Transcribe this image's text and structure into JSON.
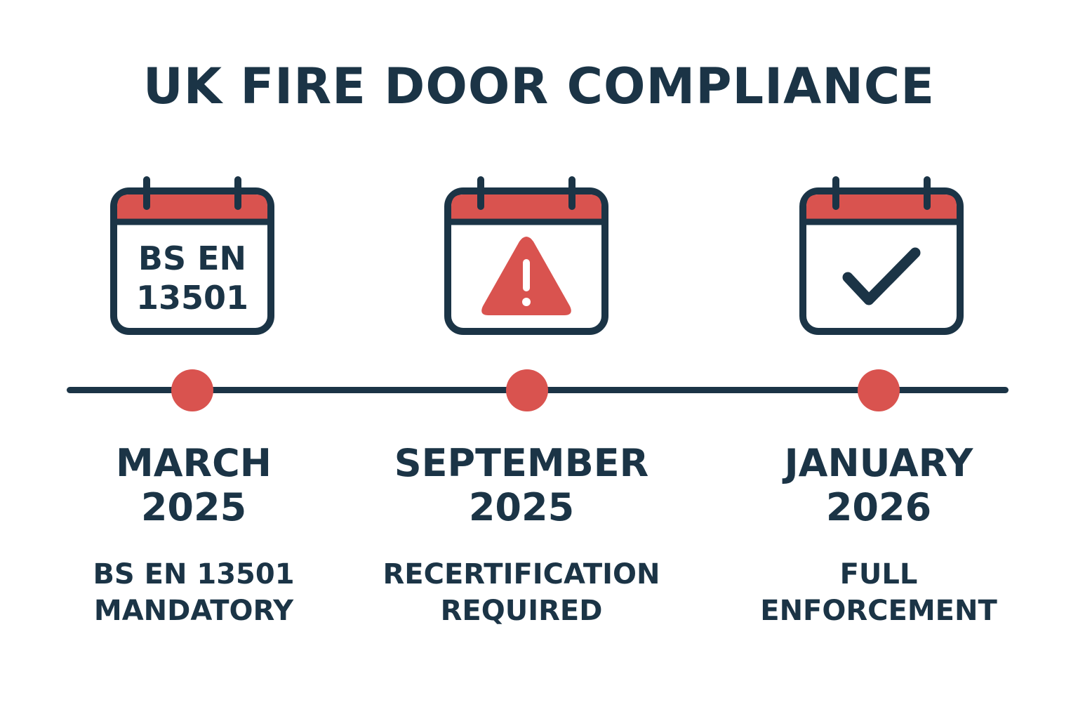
{
  "title": "UK FIRE DOOR COMPLIANCE",
  "colors": {
    "navy": "#1b3446",
    "red": "#d9534f"
  },
  "milestones": [
    {
      "icon": "calendar-text-icon",
      "calendar_text": [
        "BS EN",
        "13501"
      ],
      "month": "MARCH",
      "year": "2025",
      "description": [
        "BS EN 13501",
        "MANDATORY"
      ]
    },
    {
      "icon": "calendar-warning-icon",
      "month": "SEPTEMBER",
      "year": "2025",
      "description": [
        "RECERTIFICATION",
        "REQUIRED"
      ]
    },
    {
      "icon": "calendar-check-icon",
      "month": "JANUARY",
      "year": "2026",
      "description": [
        "FULL",
        "ENFORCEMENT"
      ]
    }
  ]
}
